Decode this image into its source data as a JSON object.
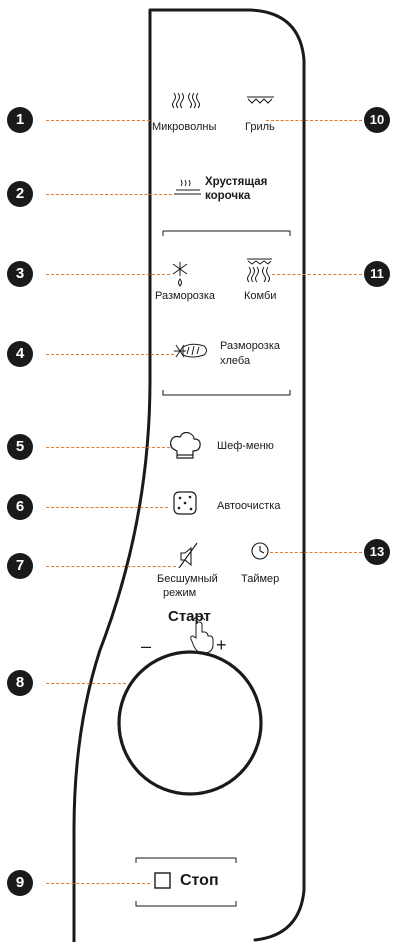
{
  "colors": {
    "outline": "#1a1a1a",
    "leader": "#e07a2e",
    "badge_bg": "#1a1a1a",
    "badge_text": "#ffffff"
  },
  "callouts": {
    "c1": "1",
    "c2": "2",
    "c3": "3",
    "c4": "4",
    "c5": "5",
    "c6": "6",
    "c7": "7",
    "c8": "8",
    "c9": "9",
    "c10": "10",
    "c11": "11",
    "c13": "13"
  },
  "buttons": {
    "microwave": {
      "label": "Микроволны",
      "icon": "microwave-waves-icon"
    },
    "grill": {
      "label": "Гриль",
      "icon": "grill-icon"
    },
    "crispy": {
      "label_line1": "Хрустящая",
      "label_line2": "корочка",
      "icon": "crispy-crust-icon"
    },
    "defrost": {
      "label": "Разморозка",
      "icon": "defrost-icon"
    },
    "combi": {
      "label": "Комби",
      "icon": "combi-icon"
    },
    "bread_defrost": {
      "label_line1": "Разморозка",
      "label_line2": "хлеба",
      "icon": "bread-defrost-icon"
    },
    "chef_menu": {
      "label": "Шеф-меню",
      "icon": "chef-hat-icon"
    },
    "auto_clean": {
      "label": "Автоочистка",
      "icon": "auto-clean-icon"
    },
    "silent": {
      "label_line1": "Бесшумный",
      "label_line2": "режим",
      "icon": "mute-icon"
    },
    "timer": {
      "label": "Таймер",
      "icon": "clock-icon"
    },
    "start": {
      "label": "Старт",
      "icon": "hand-press-icon"
    },
    "minus": "–",
    "plus": "+",
    "stop": {
      "label": "Стоп",
      "icon": "square-icon"
    }
  }
}
